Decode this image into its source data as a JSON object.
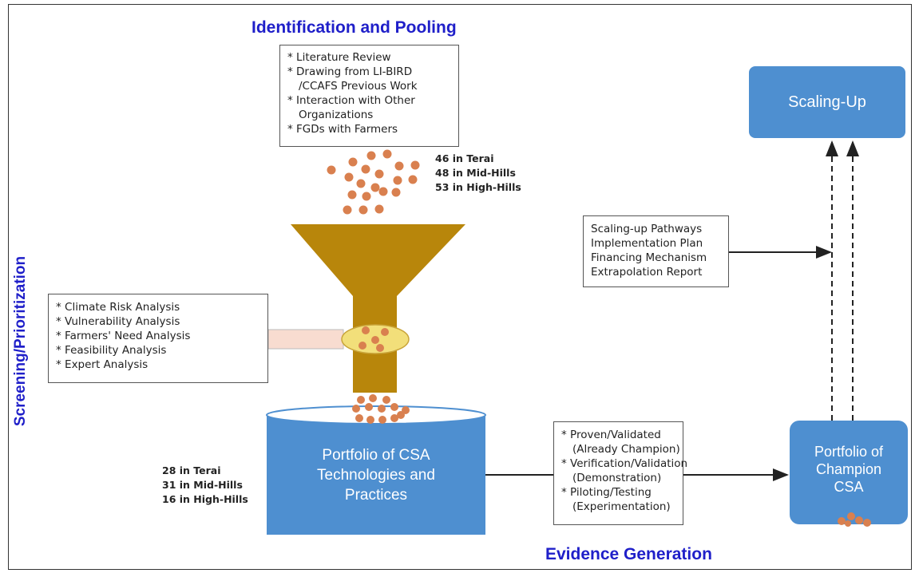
{
  "titles": {
    "identification": "Identification and Pooling",
    "screening": "Screening/Prioritization",
    "evidence": "Evidence Generation"
  },
  "identification_box": [
    "* Literature Review",
    "* Drawing from LI-BIRD",
    "/CCAFS Previous Work",
    "* Interaction with Other",
    "Organizations",
    "* FGDs with Farmers"
  ],
  "pool_counts": [
    "46 in Terai",
    "48 in Mid-Hills",
    "53 in High-Hills"
  ],
  "screening_box": [
    "* Climate Risk Analysis",
    "* Vulnerability Analysis",
    "* Farmers' Need Analysis",
    "* Feasibility Analysis",
    "* Expert Analysis"
  ],
  "portfolio": {
    "lines": [
      "Portfolio of CSA",
      "Technologies and",
      "Practices"
    ],
    "counts": [
      "28 in Terai",
      "31 in Mid-Hills",
      "16 in High-Hills"
    ]
  },
  "evidence_box": [
    "* Proven/Validated",
    "(Already Champion)",
    "* Verification/Validation",
    "(Demonstration)",
    "* Piloting/Testing",
    "(Experimentation)"
  ],
  "champion": {
    "lines": [
      "Portfolio of",
      "Champion",
      "CSA"
    ]
  },
  "scaling_box": [
    "Scaling-up Pathways",
    "Implementation Plan",
    "Financing Mechanism",
    "Extrapolation Report"
  ],
  "scaling_up": "Scaling-Up",
  "colors": {
    "title_blue": "#1f1fc9",
    "box_blue": "#4e8fd0",
    "funnel": "#b8860b",
    "dot": "#d9804f"
  }
}
